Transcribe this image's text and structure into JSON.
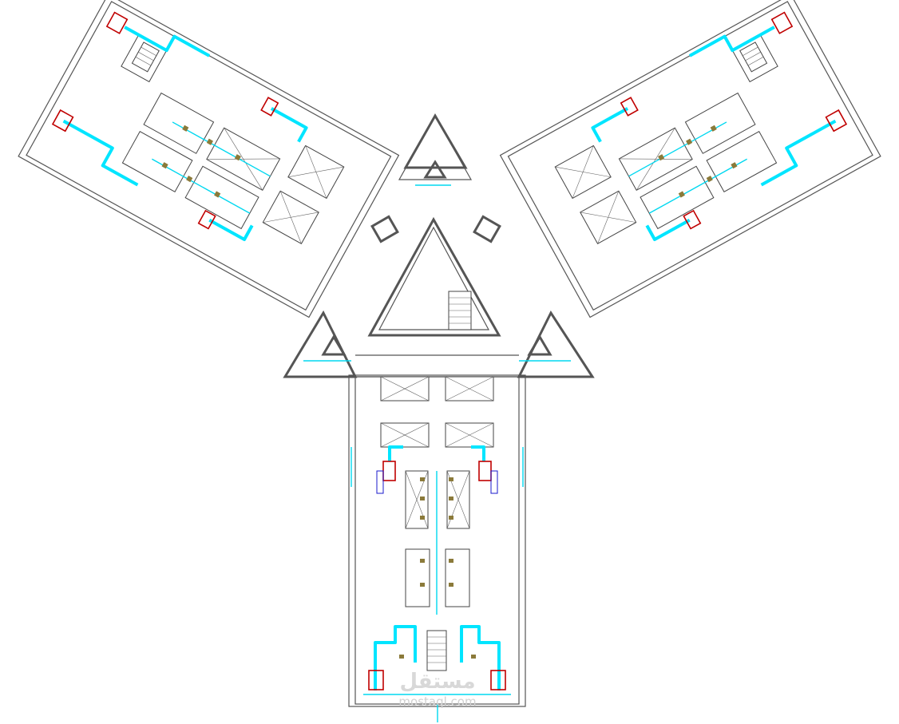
{
  "drawing": {
    "type": "HVAC duct layout floor plan",
    "colors": {
      "walls": "#555555",
      "supply_duct": "#00e5ff",
      "equipment": "#c00000",
      "annotation": "#1a1acc",
      "diffuser": "#8b7a3a",
      "background": "#ffffff"
    }
  },
  "watermark": {
    "arabic": "مستقل",
    "url": "mostaql.com"
  }
}
